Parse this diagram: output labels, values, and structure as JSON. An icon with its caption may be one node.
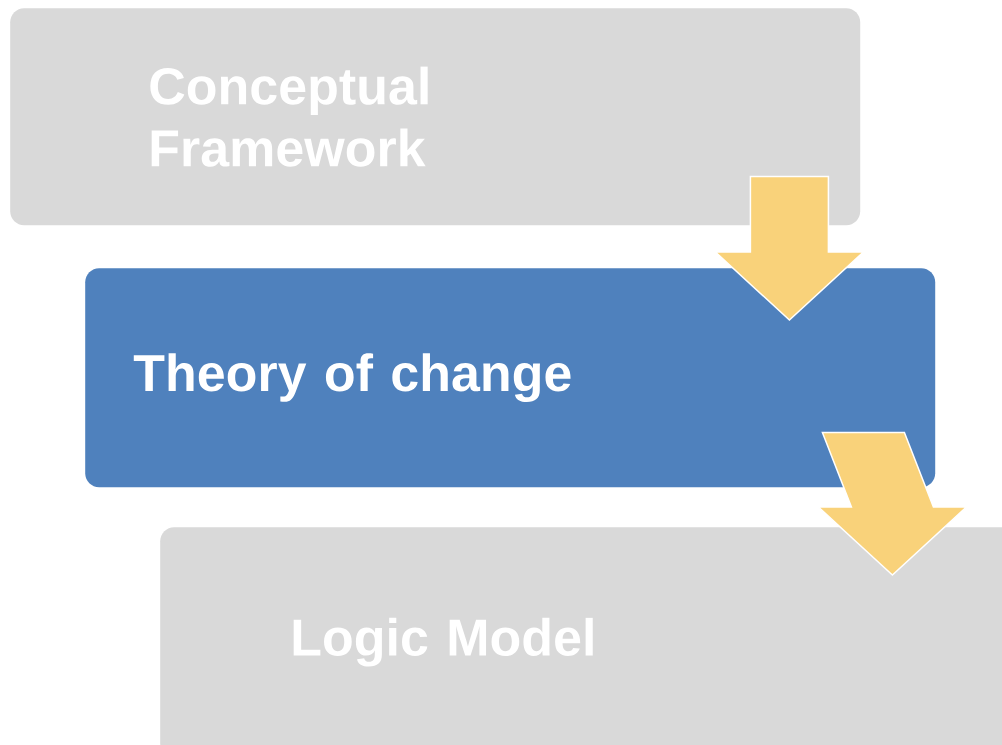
{
  "diagram": {
    "nodes": [
      {
        "text": [
          "Conceptual Framework"
        ]
      },
      {
        "text": [
          "Theory of change"
        ]
      },
      {
        "text": [
          "Logic Model"
        ]
      }
    ],
    "edges": [
      {
        "from": 0,
        "to": 1,
        "arrow": "to"
      },
      {
        "from": 1,
        "to": 2,
        "arrow": "to"
      }
    ]
  }
}
